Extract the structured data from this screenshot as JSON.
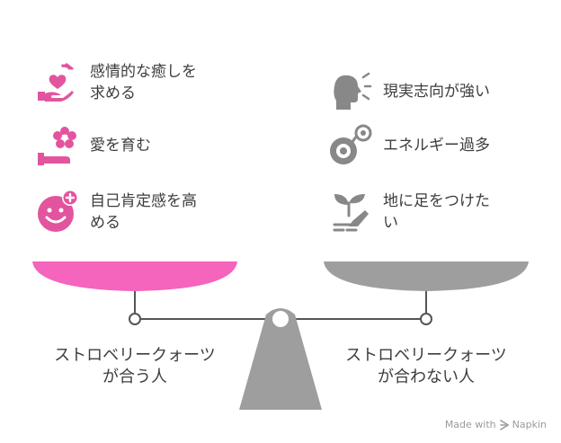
{
  "colors": {
    "pink": "#f564bd",
    "pink_icon": "#e2559e",
    "gray": "#9e9e9e",
    "gray_dark": "#888888",
    "text": "#3d3d3d"
  },
  "left_items": [
    {
      "line1": "感情的な癒しを",
      "line2": "求める",
      "icon": "hand-heart-icon"
    },
    {
      "line1": "愛を育む",
      "line2": "",
      "icon": "hand-flower-icon"
    },
    {
      "line1": "自己肯定感を高",
      "line2": "める",
      "icon": "smile-plus-icon"
    }
  ],
  "right_items": [
    {
      "line1": "現実志向が強い",
      "line2": "",
      "icon": "head-thinking-icon"
    },
    {
      "line1": "エネルギー過多",
      "line2": "",
      "icon": "gauge-icon"
    },
    {
      "line1": "地に足をつけた",
      "line2": "い",
      "icon": "plant-hand-icon"
    }
  ],
  "left_caption": {
    "line1": "ストロベリークォーツ",
    "line2": "が合う人"
  },
  "right_caption": {
    "line1": "ストロベリークォーツ",
    "line2": "が合わない人"
  },
  "footer": {
    "made_with": "Made with",
    "brand": "Napkin"
  }
}
